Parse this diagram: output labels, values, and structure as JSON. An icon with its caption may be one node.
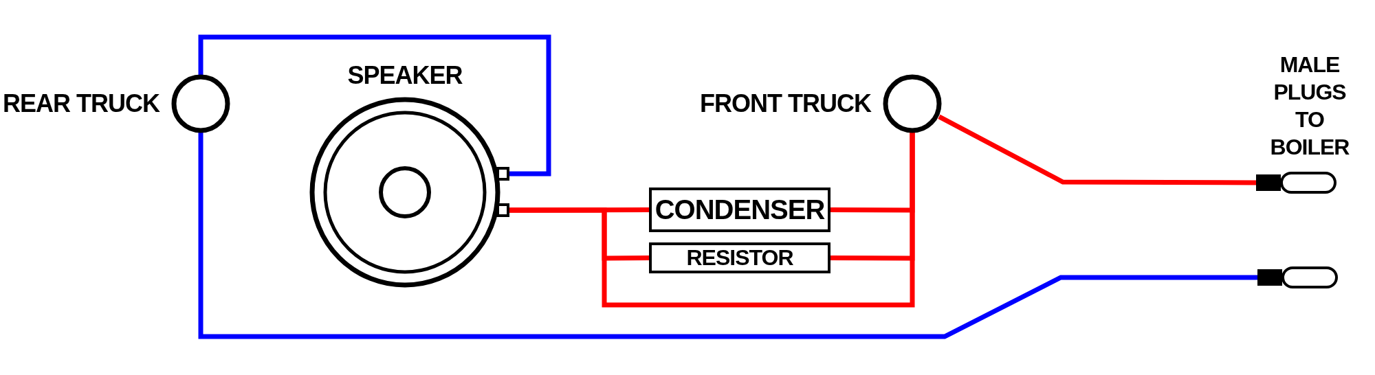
{
  "diagram": {
    "nodes": [
      {
        "text": [],
        "shape": "circle",
        "beside": [
          "REAR TRUCK"
        ]
      },
      {
        "text": [],
        "shape": "circle",
        "beside": [
          "SPEAKER"
        ]
      },
      {
        "text": [
          "CONDENSER"
        ]
      },
      {
        "text": [
          "RESISTOR"
        ]
      },
      {
        "text": [],
        "shape": "circle",
        "beside": [
          "FRONT TRUCK"
        ]
      },
      {
        "text": [],
        "shape": "plug"
      },
      {
        "text": [],
        "shape": "plug"
      }
    ],
    "edges": [
      {
        "from": 0,
        "to": 1,
        "arrow": "none",
        "color": "#0000ff"
      },
      {
        "from": 1,
        "to": 2,
        "arrow": "none"
      },
      {
        "from": 1,
        "to": 3,
        "arrow": "none"
      },
      {
        "from": 1,
        "to": 4,
        "arrow": "none"
      },
      {
        "from": 2,
        "to": 4,
        "arrow": "none"
      },
      {
        "from": 3,
        "to": 4,
        "arrow": "none"
      },
      {
        "from": 4,
        "to": 5,
        "arrow": "none"
      },
      {
        "from": 0,
        "to": 6,
        "arrow": "none",
        "color": "#0000ff"
      }
    ],
    "labels": [
      "MALE PLUGS TO BOILER"
    ]
  }
}
